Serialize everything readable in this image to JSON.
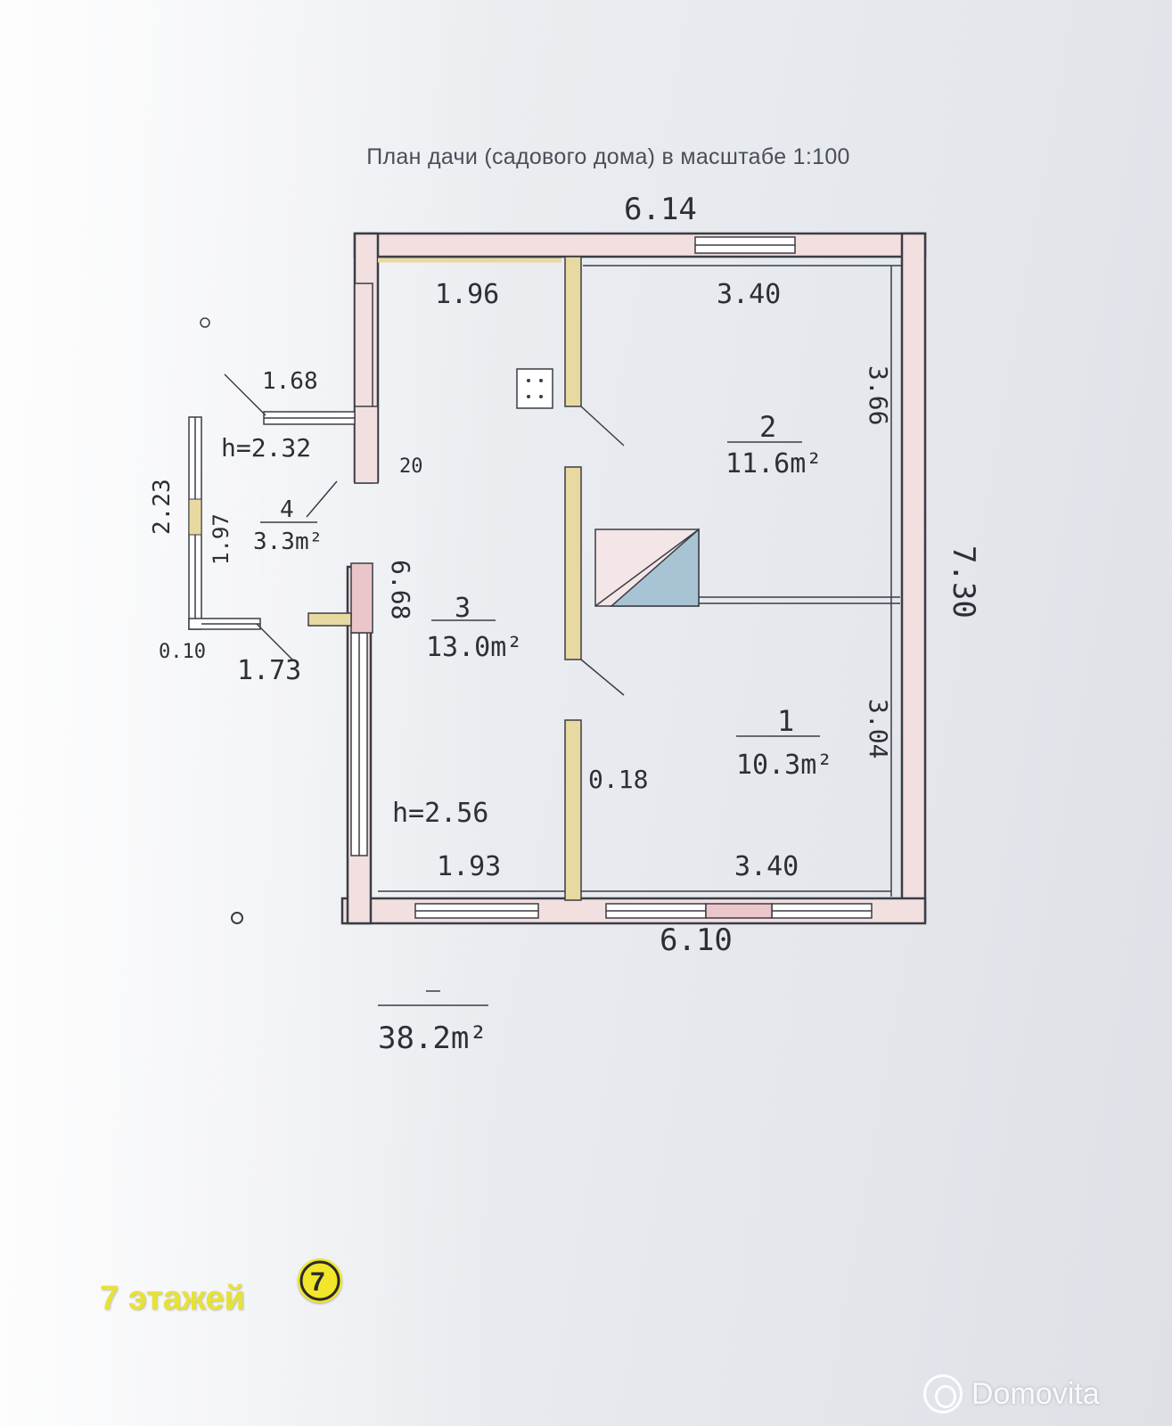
{
  "title": "План дачи (садового дома) в масштабе 1:100",
  "dimensions": {
    "top_total": "6.14",
    "bottom_total": "6.10",
    "right_total": "7.30",
    "room_top_left": "1.96",
    "room_top_right": "3.40",
    "room_bottom_left": "1.93",
    "room_bottom_right": "3.40",
    "right_upper": "3.66",
    "right_lower": "3.04",
    "left_inner": "6.68",
    "partition": "0.18",
    "porch_top": "1.68",
    "porch_height": "h=2.32",
    "porch_outer": "2.23",
    "porch_inner": "1.97",
    "porch_wall": "0.10",
    "porch_bottom": "1.73",
    "house_height": "h=2.56",
    "porch_marker": "20"
  },
  "rooms": [
    {
      "number": "1",
      "area": "10.3m²"
    },
    {
      "number": "2",
      "area": "11.6m²"
    },
    {
      "number": "3",
      "area": "13.0m²"
    },
    {
      "number": "4",
      "area": "3.3m²"
    }
  ],
  "total_area": "38.2m²",
  "branding": {
    "seven_floors": "7 этажей",
    "seven_logo": "7",
    "watermark": "Domovita"
  },
  "colors": {
    "wall_fill": "#f2dfe0",
    "partition_fill": "#e8d9a0",
    "stair_fill": "#a8c4d4",
    "ink": "#2c2f36",
    "brand_yellow": "#f2e62a"
  }
}
